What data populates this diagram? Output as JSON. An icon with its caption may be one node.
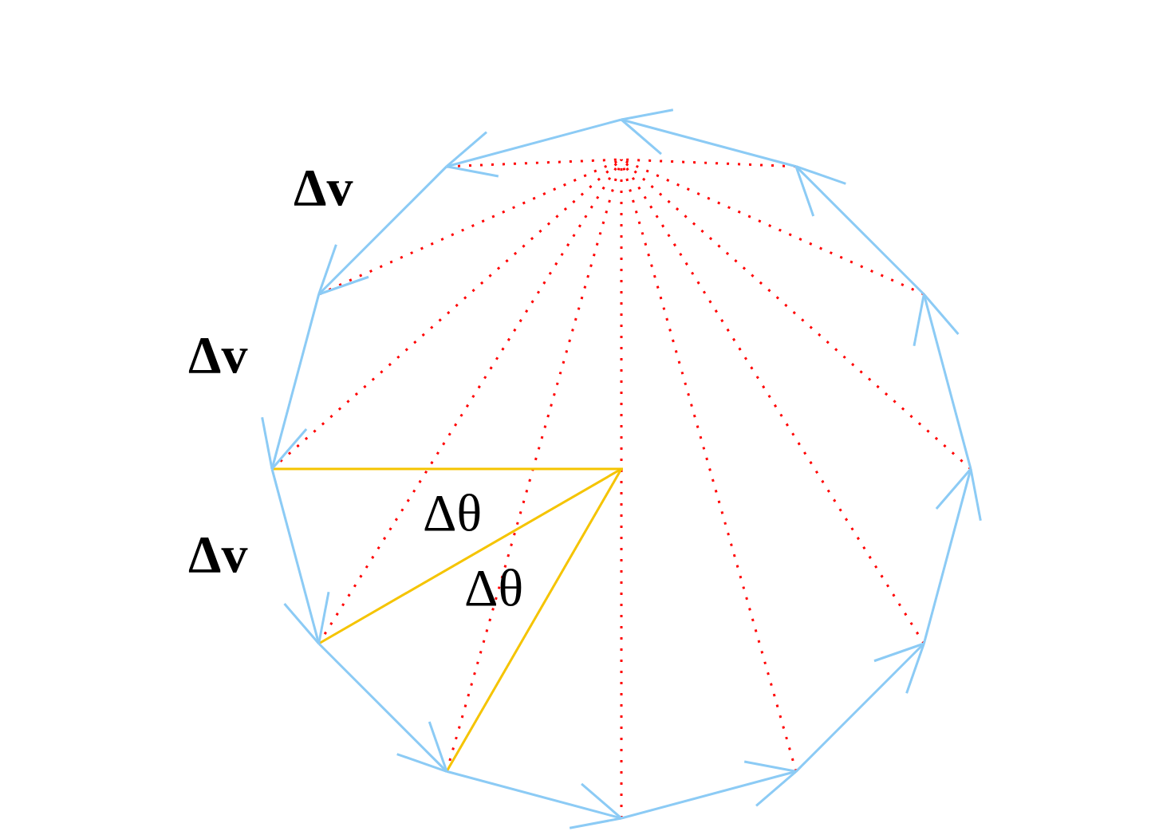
{
  "diagram": {
    "labels": [
      "Δv",
      "Δv",
      "Δv",
      "Δθ",
      "Δθ"
    ]
  }
}
